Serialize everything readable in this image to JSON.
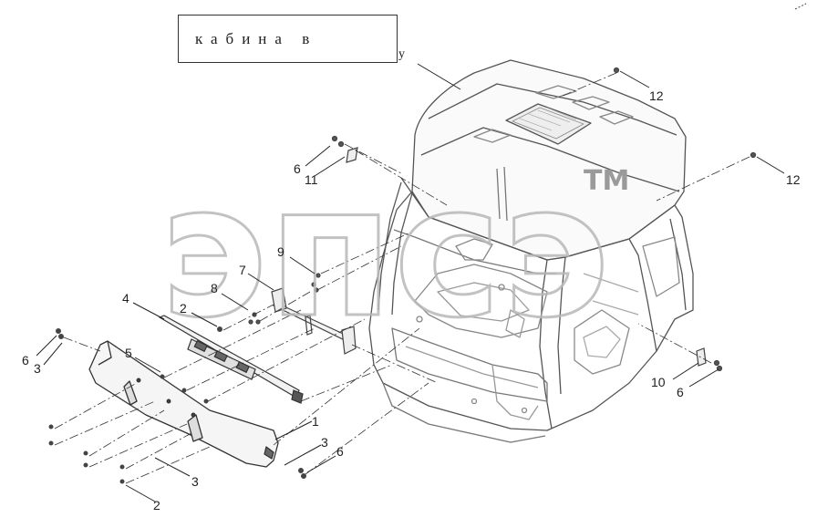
{
  "title": {
    "text": "кабина в",
    "tail": "у"
  },
  "watermark": {
    "text": "эпсэ",
    "trademark": "TM"
  },
  "callouts": [
    {
      "id": "c12a",
      "label": "12"
    },
    {
      "id": "c12b",
      "label": "12"
    },
    {
      "id": "c6a",
      "label": "6"
    },
    {
      "id": "c11",
      "label": "11"
    },
    {
      "id": "c9",
      "label": "9"
    },
    {
      "id": "c7",
      "label": "7"
    },
    {
      "id": "c8",
      "label": "8"
    },
    {
      "id": "c4",
      "label": "4"
    },
    {
      "id": "c2a",
      "label": "2"
    },
    {
      "id": "c6b",
      "label": "6"
    },
    {
      "id": "c3a",
      "label": "3"
    },
    {
      "id": "c5",
      "label": "5"
    },
    {
      "id": "c10",
      "label": "10"
    },
    {
      "id": "c6c",
      "label": "6"
    },
    {
      "id": "c1",
      "label": "1"
    },
    {
      "id": "c3b",
      "label": "3"
    },
    {
      "id": "c6d",
      "label": "6"
    },
    {
      "id": "c3c",
      "label": "3"
    },
    {
      "id": "c2b",
      "label": "2"
    }
  ]
}
